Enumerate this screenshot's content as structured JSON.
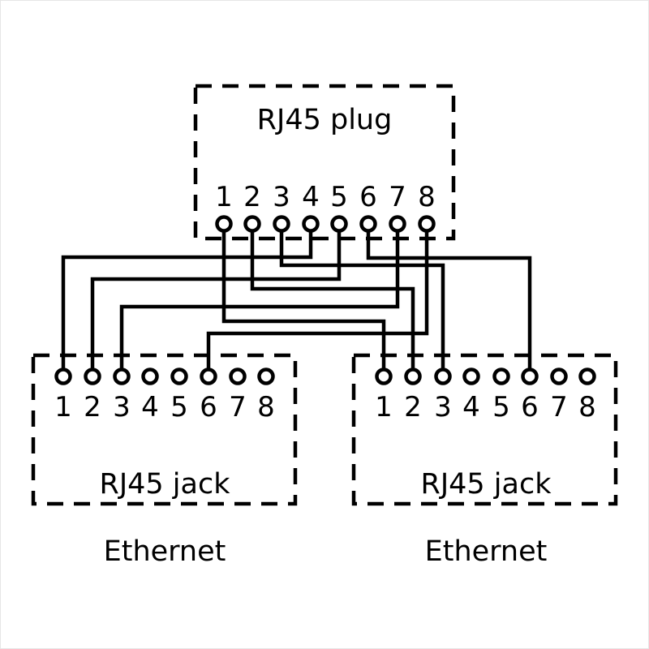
{
  "diagram": {
    "title_hint": "RJ45 plug split to two RJ45 Ethernet jacks",
    "plug": {
      "label": "RJ45 plug",
      "pins": [
        "1",
        "2",
        "3",
        "4",
        "5",
        "6",
        "7",
        "8"
      ]
    },
    "jacks": {
      "left": {
        "label": "RJ45 jack",
        "caption": "Ethernet",
        "pins": [
          "1",
          "2",
          "3",
          "4",
          "5",
          "6",
          "7",
          "8"
        ]
      },
      "right": {
        "label": "RJ45 jack",
        "caption": "Ethernet",
        "pins": [
          "1",
          "2",
          "3",
          "4",
          "5",
          "6",
          "7",
          "8"
        ]
      }
    },
    "connections": [
      {
        "plug_pin": "1",
        "jack": "right",
        "jack_pin": "1"
      },
      {
        "plug_pin": "2",
        "jack": "right",
        "jack_pin": "2"
      },
      {
        "plug_pin": "3",
        "jack": "right",
        "jack_pin": "3"
      },
      {
        "plug_pin": "6",
        "jack": "right",
        "jack_pin": "6"
      },
      {
        "plug_pin": "4",
        "jack": "left",
        "jack_pin": "1"
      },
      {
        "plug_pin": "5",
        "jack": "left",
        "jack_pin": "2"
      },
      {
        "plug_pin": "7",
        "jack": "left",
        "jack_pin": "3"
      },
      {
        "plug_pin": "8",
        "jack": "left",
        "jack_pin": "6"
      }
    ],
    "colors": {
      "line": "#000000",
      "background": "#ffffff"
    }
  }
}
